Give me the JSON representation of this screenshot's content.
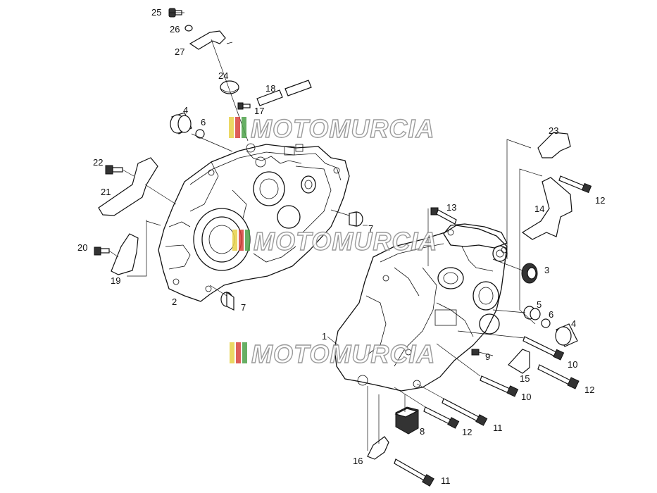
{
  "watermark": {
    "text": "MOTOMURCIA",
    "stripe_colors": [
      "#e8d24a",
      "#d9433b",
      "#4da24a"
    ]
  },
  "callouts": [
    {
      "id": "c25",
      "label": "25"
    },
    {
      "id": "c26",
      "label": "26"
    },
    {
      "id": "c27",
      "label": "27"
    },
    {
      "id": "c24",
      "label": "24"
    },
    {
      "id": "c18",
      "label": "18"
    },
    {
      "id": "c17",
      "label": "17"
    },
    {
      "id": "c4a",
      "label": "4"
    },
    {
      "id": "c6a",
      "label": "6"
    },
    {
      "id": "c22",
      "label": "22"
    },
    {
      "id": "c21",
      "label": "21"
    },
    {
      "id": "c20",
      "label": "20"
    },
    {
      "id": "c19",
      "label": "19"
    },
    {
      "id": "c2",
      "label": "2"
    },
    {
      "id": "c7a",
      "label": "7"
    },
    {
      "id": "c7b",
      "label": "7"
    },
    {
      "id": "c23",
      "label": "23"
    },
    {
      "id": "c12a",
      "label": "12"
    },
    {
      "id": "c14",
      "label": "14"
    },
    {
      "id": "c13",
      "label": "13"
    },
    {
      "id": "c3",
      "label": "3"
    },
    {
      "id": "c5",
      "label": "5"
    },
    {
      "id": "c6b",
      "label": "6"
    },
    {
      "id": "c4b",
      "label": "4"
    },
    {
      "id": "c1",
      "label": "1"
    },
    {
      "id": "c9",
      "label": "9"
    },
    {
      "id": "c10a",
      "label": "10"
    },
    {
      "id": "c15",
      "label": "15"
    },
    {
      "id": "c12b",
      "label": "12"
    },
    {
      "id": "c10b",
      "label": "10"
    },
    {
      "id": "c11a",
      "label": "11"
    },
    {
      "id": "c8",
      "label": "8"
    },
    {
      "id": "c12c",
      "label": "12"
    },
    {
      "id": "c16",
      "label": "16"
    },
    {
      "id": "c11b",
      "label": "11"
    }
  ]
}
